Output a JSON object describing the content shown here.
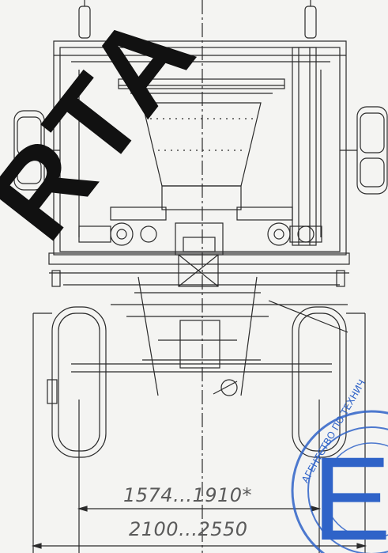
{
  "dimensions": {
    "inner": "1574...1910*",
    "outer": "2100...2550"
  },
  "watermark": "RTA",
  "stamp": {
    "text": "АГЕНТСТВО ПО ТЕХНИЧЕСКОМУ … АДМИ…",
    "letter": "Е",
    "color": "#2f63c8"
  },
  "colors": {
    "line": "#2b2b2b",
    "background": "#f4f4f2",
    "watermark": "#111111"
  }
}
